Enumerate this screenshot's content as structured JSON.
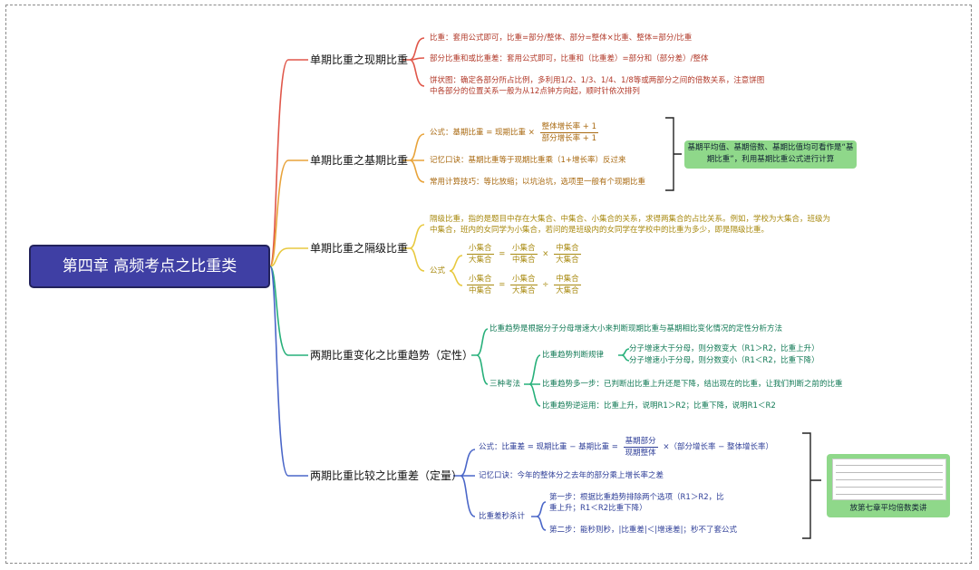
{
  "root": {
    "title": "第四章  高频考点之比重类"
  },
  "b1": {
    "label": "单期比重之现期比重",
    "items": [
      "比重：套用公式即可，比重=部分/整体、部分=整体×比重、整体=部分/比重",
      "部分比重和或比重差：套用公式即可，比重和（比重差）=部分和（部分差）/整体",
      "饼状图：确定各部分所占比例，多利用1/2、1/3、1/4、1/8等或两部分之间的倍数关系，注意饼图中各部分的位置关系一般为从12点钟方向起，顺时针依次排列"
    ]
  },
  "b2": {
    "label": "单期比重之基期比重",
    "formula_prefix": "公式：",
    "formula_lhs": "基期比重 = 现期比重 ×",
    "formula_num": "整体增长率 + 1",
    "formula_den": "部分增长率 + 1",
    "mnemonic": "记忆口诀：基期比重等于现期比重乘（1+增长率）反过来",
    "trick": "常用计算技巧：等比放缩；以坑治坑，选项里一般有个现期比重",
    "note": "基期平均值、基期倍数、基期比值均可看作是“基期比重”，利用基期比重公式进行计算"
  },
  "b3": {
    "label": "单期比重之隔级比重",
    "desc": "隔级比重，指的是题目中存在大集合、中集合、小集合的关系，求得两集合的占比关系。例如，学校为大集合，班级为中集合，班内的女同学为小集合，若问的是班级内的女同学在学校中的比重为多少，即是隔级比重。",
    "formula_label": "公式",
    "f1": {
      "a_n": "小集合",
      "a_d": "大集合",
      "op1": "=",
      "b_n": "小集合",
      "b_d": "中集合",
      "op2": "×",
      "c_n": "中集合",
      "c_d": "大集合"
    },
    "f2": {
      "a_n": "小集合",
      "a_d": "中集合",
      "op1": "=",
      "b_n": "小集合",
      "b_d": "大集合",
      "op2": "÷",
      "c_n": "中集合",
      "c_d": "大集合"
    }
  },
  "b4": {
    "label": "两期比重变化之比重趋势（定性）",
    "def": "比重趋势是根据分子分母增速大小来判断现期比重与基期相比变化情况的定性分析方法",
    "methods_label": "三种考法",
    "rule_label": "比重趋势判断规律",
    "rule1": "分子增速大于分母，则分数变大（R1＞R2，比重上升）",
    "rule2": "分子增速小于分母，则分数变小（R1＜R2，比重下降）",
    "step": "比重趋势多一步：已判断出比重上升还是下降，结出现在的比重，让我们判断之前的比重",
    "reverse": "比重趋势逆运用：比重上升，说明R1＞R2；比重下降，说明R1＜R2"
  },
  "b5": {
    "label": "两期比重比较之比重差（定量）",
    "formula_prefix": "公式：",
    "formula_lhs": "比重差 = 现期比重 − 基期比重 =",
    "formula_num": "基期部分",
    "formula_den": "现期整体",
    "formula_rhs": "×（部分增长率 − 整体增长率）",
    "mnemonic": "记忆口诀：今年的整体分之去年的部分乘上增长率之差",
    "kill_label": "比重差秒杀计",
    "step1": "第一步：根据比重趋势排除两个选项（R1＞R2，比重上升；R1＜R2比重下降）",
    "step2": "第二步：能秒则秒，|比重差|＜|增速差|；秒不了套公式",
    "note": "放第七章平均倍数类讲"
  },
  "colors": {
    "root": "#3f3fa4",
    "red": "#e0574a",
    "orange": "#e8a33a",
    "yellow": "#e8c940",
    "green": "#27b07a",
    "blue": "#4a66c8",
    "note": "#8fd88a"
  }
}
